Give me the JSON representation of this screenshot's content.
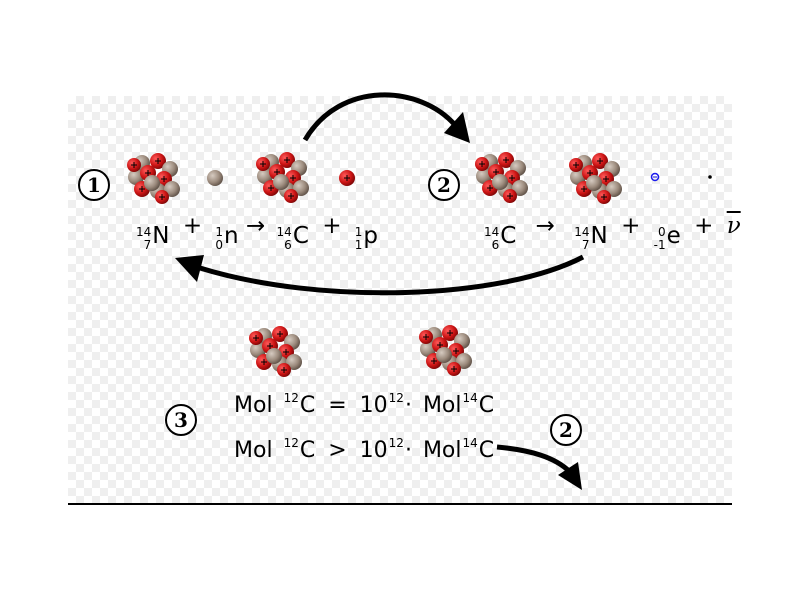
{
  "badges": {
    "one": "1",
    "two": "2",
    "three": "3",
    "two_b": "2"
  },
  "reaction1": {
    "n14": {
      "mass": "14",
      "atomic": "7",
      "symbol": "N"
    },
    "plus1": "+",
    "neutron": {
      "mass": "1",
      "atomic": "0",
      "symbol": "n"
    },
    "arrow": "→",
    "c14": {
      "mass": "14",
      "atomic": "6",
      "symbol": "C"
    },
    "plus2": "+",
    "proton": {
      "mass": "1",
      "atomic": "1",
      "symbol": "p"
    }
  },
  "reaction2": {
    "c14": {
      "mass": "14",
      "atomic": "6",
      "symbol": "C"
    },
    "arrow": "→",
    "n14": {
      "mass": "14",
      "atomic": "7",
      "symbol": "N"
    },
    "plus1": "+",
    "electron": {
      "mass": "0",
      "atomic": "-1",
      "symbol": "e"
    },
    "plus2": "+",
    "antineutrino": "ν"
  },
  "ratio_equal": {
    "lhs": "Mol",
    "lhs_sup": "12",
    "lhs_sym": "C",
    "op": "=",
    "factor": "10",
    "factor_sup": "12",
    "dot": "·",
    "rhs": "Mol",
    "rhs_sup": "14",
    "rhs_sym": "C"
  },
  "ratio_greater": {
    "lhs": "Mol",
    "lhs_sup": "12",
    "lhs_sym": "C",
    "op": ">",
    "factor": "10",
    "factor_sup": "12",
    "dot": "·",
    "rhs": "Mol",
    "rhs_sup": "14",
    "rhs_sym": "C"
  },
  "colors": {
    "proton": "#cc1414",
    "neutron": "#9c8b7d",
    "electron": "#1a1aee",
    "ink": "#000000"
  }
}
